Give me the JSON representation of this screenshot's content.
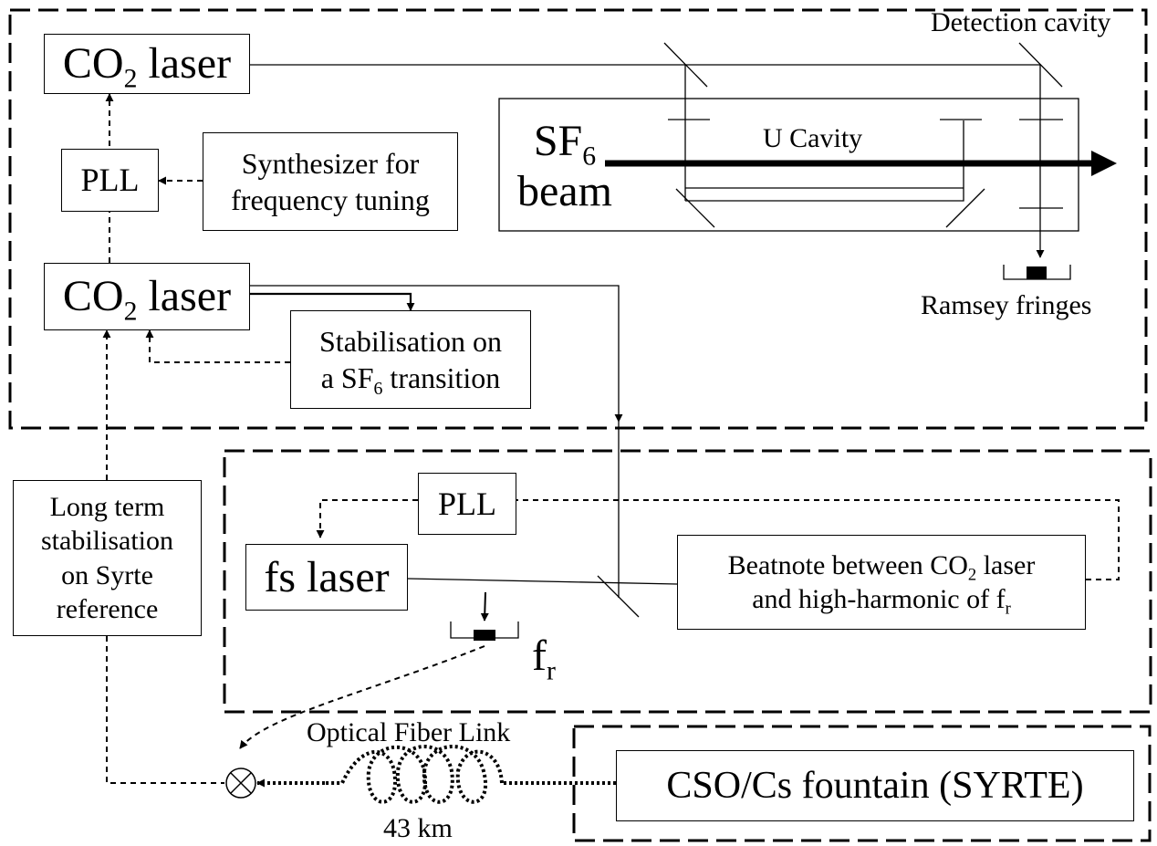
{
  "co2_laser_top": {
    "main": "CO",
    "sub": "2",
    "rest": " laser"
  },
  "pll_top": "PLL",
  "synthesizer": {
    "line1": "Synthesizer for",
    "line2": "frequency tuning"
  },
  "co2_laser_mid": {
    "main": "CO",
    "sub": "2",
    "rest": " laser"
  },
  "stabilisation": {
    "line1": "Stabilisation on",
    "line2_pre": "a SF",
    "line2_sub": "6",
    "line2_post": " transition"
  },
  "sf6_beam": {
    "main": "SF",
    "sub": "6",
    "line2": "beam"
  },
  "u_cavity": "U Cavity",
  "detection_cavity": "Detection cavity",
  "ramsey_fringes": "Ramsey fringes",
  "long_term": {
    "line1": "Long term",
    "line2": "stabilisation",
    "line3": "on Syrte",
    "line4": "reference"
  },
  "pll_bottom": "PLL",
  "fs_laser": "fs laser",
  "beatnote": {
    "line1_pre": "Beatnote between CO",
    "line1_sub": "2",
    "line1_post": " laser",
    "line2_pre": "and high-harmonic of f",
    "line2_sub": "r"
  },
  "fr_label": {
    "main": "f",
    "sub": "r"
  },
  "optical_fiber_link": "Optical Fiber Link",
  "distance": "43 km",
  "cso_fountain": "CSO/Cs fountain (SYRTE)"
}
